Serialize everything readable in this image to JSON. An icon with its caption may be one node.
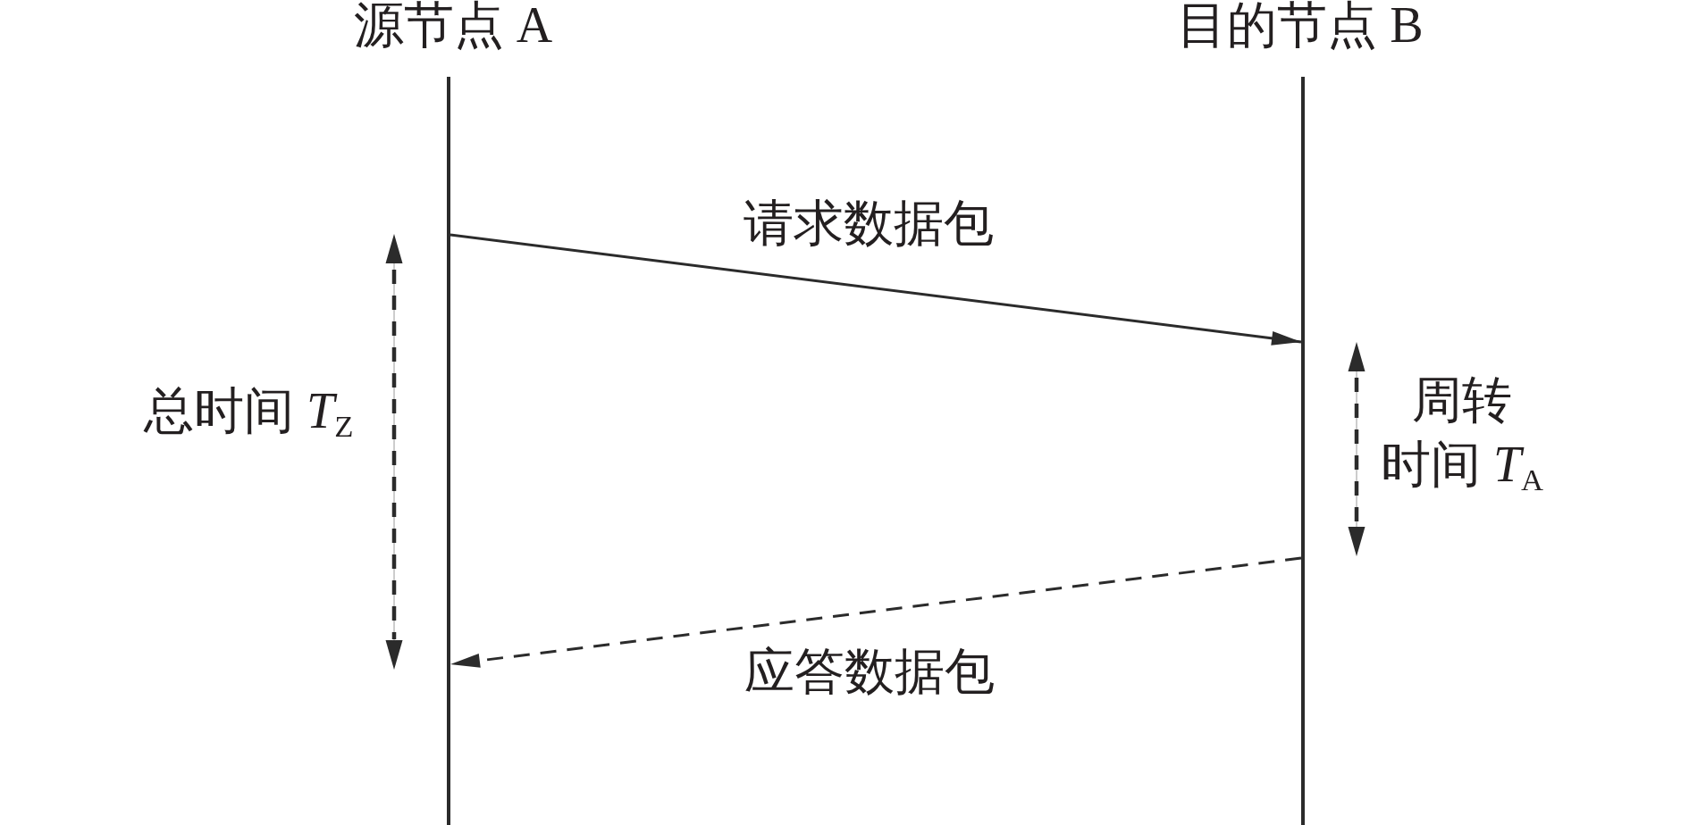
{
  "diagram": {
    "nodes": [
      {
        "text": [
          "源节点 A"
        ]
      },
      {
        "text": [
          "目的节点 B"
        ]
      }
    ],
    "edges": [
      {
        "from": 0,
        "to": 1,
        "arrow": "to",
        "label": "请求数据包"
      },
      {
        "from": 1,
        "to": 0,
        "arrow": "to",
        "label": "应答数据包",
        "style": "dashed"
      }
    ],
    "labels": [
      "总时间 *T*$_{Z}$",
      "周转时间 *T*$_{A}$"
    ]
  }
}
